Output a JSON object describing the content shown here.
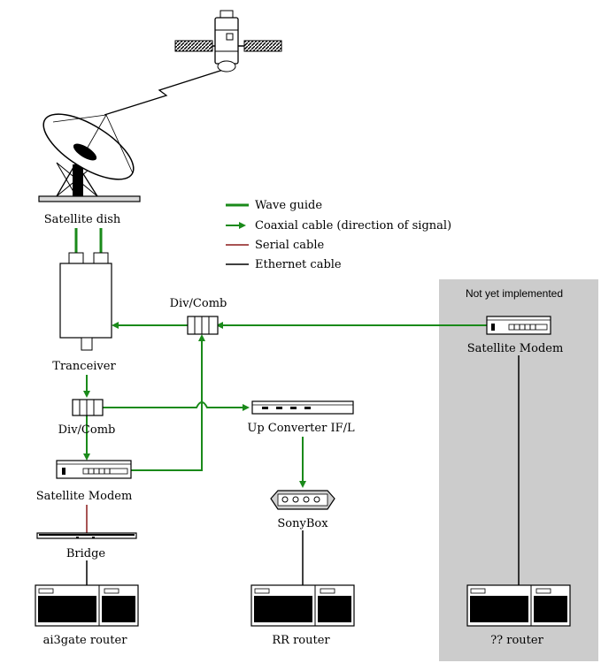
{
  "colors": {
    "wave_guide": "#1a8a1a",
    "coaxial": "#1a8a1a",
    "serial": "#8b1a1a",
    "ethernet": "#000000",
    "unimplemented_region": "#cccccc"
  },
  "legend": [
    {
      "kind": "wave-guide",
      "label": "Wave guide"
    },
    {
      "kind": "coaxial",
      "label": "Coaxial cable (direction of signal)"
    },
    {
      "kind": "serial",
      "label": "Serial cable"
    },
    {
      "kind": "ethernet",
      "label": "Ethernet cable"
    }
  ],
  "region": {
    "label": "Not yet implemented"
  },
  "nodes": {
    "satellite": {
      "icon": "satellite-icon"
    },
    "dish": {
      "label": "Satellite dish",
      "icon": "satellite-dish-icon"
    },
    "transceiver": {
      "label": "Tranceiver",
      "icon": "transceiver-icon"
    },
    "divcomb_top": {
      "label": "Div/Comb",
      "icon": "divider-combiner-icon"
    },
    "divcomb_left": {
      "label": "Div/Comb",
      "icon": "divider-combiner-icon"
    },
    "modem_left": {
      "label": "Satellite Modem",
      "icon": "modem-icon"
    },
    "modem_right": {
      "label": "Satellite Modem",
      "icon": "modem-icon"
    },
    "upconverter": {
      "label": "Up Converter IF/L",
      "icon": "upconverter-icon"
    },
    "sonybox": {
      "label": "SonyBox",
      "icon": "sonybox-icon"
    },
    "bridge": {
      "label": "Bridge",
      "icon": "bridge-icon"
    },
    "router_ai3": {
      "label": "ai3gate router",
      "icon": "router-icon"
    },
    "router_rr": {
      "label": "RR router",
      "icon": "router-icon"
    },
    "router_unknown": {
      "label": "?? router",
      "icon": "router-icon"
    }
  }
}
